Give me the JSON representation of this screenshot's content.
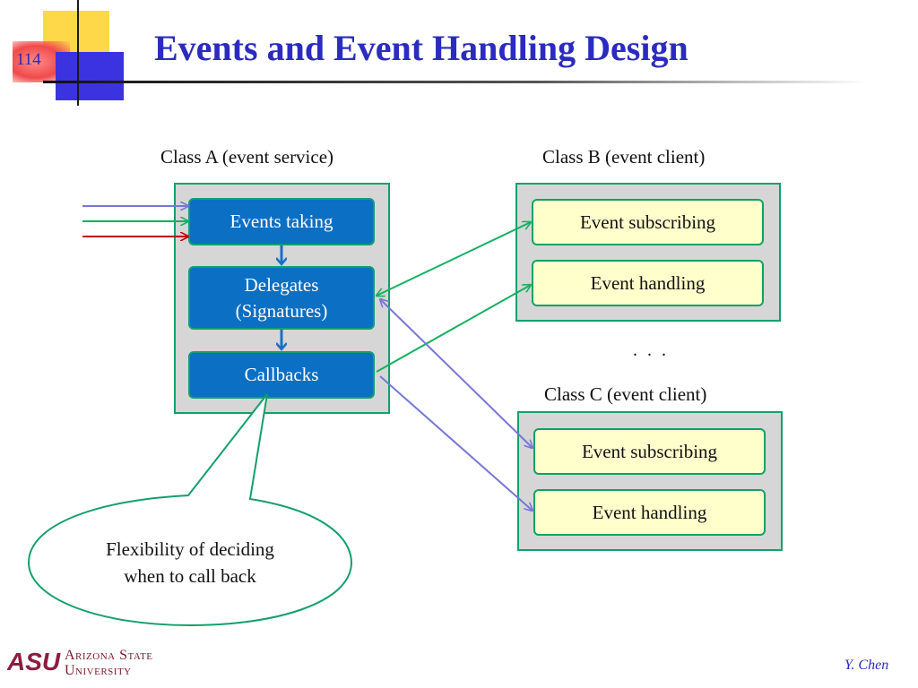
{
  "slide": {
    "number": "114",
    "title": "Events and Event Handling Design",
    "author": "Y. Chen",
    "logo": {
      "name": "asu-logo",
      "mark": "ASU",
      "line1": "Arizona State",
      "line2": "University"
    }
  },
  "diagram": {
    "class_a": {
      "label": "Class A (event service)",
      "boxes": {
        "events_taking": "Events taking",
        "delegates_line1": "Delegates",
        "delegates_line2": "(Signatures)",
        "callbacks": "Callbacks"
      }
    },
    "class_b": {
      "label": "Class B (event client)",
      "boxes": {
        "subscribing": "Event subscribing",
        "handling": "Event handling"
      }
    },
    "ellipsis": ". . .",
    "class_c": {
      "label": "Class C (event client)",
      "boxes": {
        "subscribing": "Event subscribing",
        "handling": "Event handling"
      }
    },
    "callout": {
      "line1": "Flexibility of deciding",
      "line2": "when to call back"
    },
    "colors": {
      "arrow_blue": "#7777d6",
      "arrow_green": "#13b060",
      "arrow_red": "#c00000",
      "arrow_dark_blue": "#1a6fc4",
      "panel_border": "#13a06a"
    }
  }
}
